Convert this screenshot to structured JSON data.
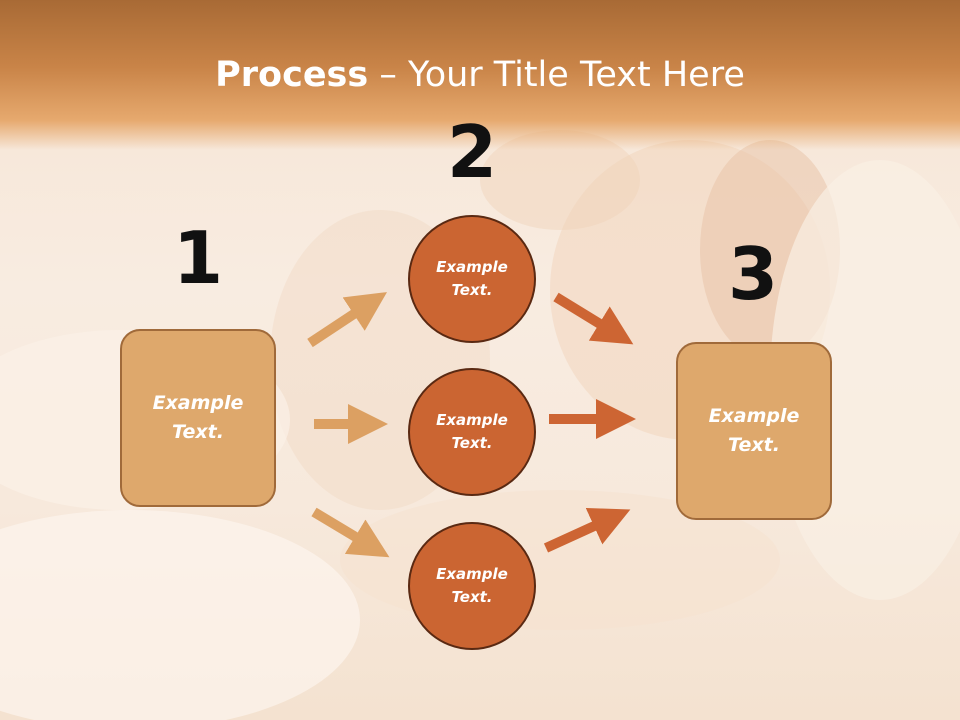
{
  "slide": {
    "title_bold": "Process",
    "title_rest": " – Your Title Text Here"
  },
  "steps": {
    "num1": "1",
    "num2": "2",
    "num3": "3"
  },
  "boxes": {
    "left": "Example\nText.",
    "right": "Example\nText."
  },
  "circles": {
    "top": "Example\nText.",
    "middle": "Example\nText.",
    "bottom": "Example\nText."
  },
  "colors": {
    "box_fill": "#dea86c",
    "circle_fill": "#cb6532",
    "arrow_light": "#dca062",
    "arrow_dark": "#cd6533"
  }
}
